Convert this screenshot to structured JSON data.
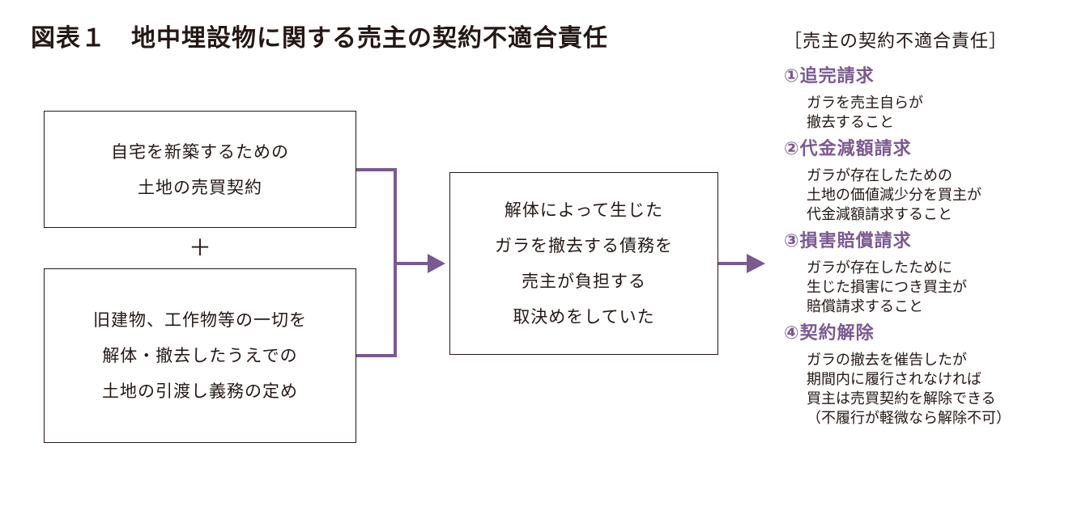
{
  "title": "図表１　地中埋設物に関する売主の契約不適合責任",
  "left_boxes": [
    {
      "lines": [
        "自宅を新築するための",
        "土地の売買契約"
      ]
    },
    {
      "lines": [
        "旧建物、工作物等の一切を",
        "解体・撤去したうえでの",
        "土地の引渡し義務の定め"
      ]
    }
  ],
  "plus_sign": "＋",
  "center_box": {
    "lines": [
      "解体によって生じた",
      "ガラを撤去する債務を",
      "売主が負担する",
      "取決めをしていた"
    ]
  },
  "panel": {
    "heading": "［売主の契約不適合責任］",
    "remedies": [
      {
        "title": "①追完請求",
        "lines": [
          "ガラを売主自らが",
          "撤去すること"
        ]
      },
      {
        "title": "②代金減額請求",
        "lines": [
          "ガラが存在したための",
          "土地の価値減少分を買主が",
          "代金減額請求すること"
        ]
      },
      {
        "title": "③損害賠償請求",
        "lines": [
          "ガラが存在したために",
          "生じた損害につき買主が",
          "賠償請求すること"
        ]
      },
      {
        "title": "④契約解除",
        "lines": [
          "ガラの撤去を催告したが",
          "期間内に履行されなければ",
          "買主は売買契約を解除できる",
          "（不履行が軽微なら解除不可）"
        ]
      }
    ]
  },
  "colors": {
    "accent": "#7a5a91",
    "text": "#231815",
    "border": "#231815"
  }
}
